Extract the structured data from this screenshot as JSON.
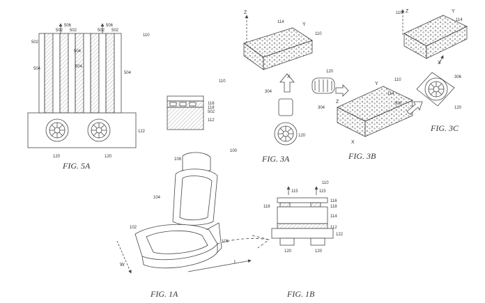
{
  "figures": {
    "fig5a": {
      "caption": "FIG. 5A",
      "refs": {
        "r110": "110",
        "r506a": "506",
        "r502a": "502",
        "r502b": "502",
        "r506b": "506",
        "r502c": "502",
        "r502d": "502",
        "r502side": "502",
        "r504a": "504",
        "r504b": "504",
        "r504c": "504",
        "r504d": "504",
        "r122": "122",
        "r120a": "120",
        "r120b": "120"
      }
    },
    "fig1a": {
      "caption": "FIG. 1A",
      "refs": {
        "r100": "100",
        "r108": "108",
        "r104": "104",
        "r102": "102",
        "r106": "106",
        "rW": "W",
        "rL": "L"
      }
    },
    "fig1b": {
      "caption": "FIG. 1B",
      "refs": {
        "r110": "110",
        "r115a": "115",
        "r115b": "115",
        "r116": "116",
        "r118a": "118",
        "r118b": "118",
        "r114": "114",
        "r112": "112",
        "r122": "122",
        "r120a": "120",
        "r120b": "120"
      }
    },
    "fig_detail": {
      "refs": {
        "r110": "110",
        "r116": "116",
        "r118": "118",
        "r502": "502",
        "r112": "112"
      }
    },
    "fig3a": {
      "caption": "FIG. 3A",
      "refs": {
        "rZ": "Z",
        "rY": "Y",
        "rX": "X",
        "r114": "114",
        "r110": "110",
        "r304": "304",
        "r120": "120"
      }
    },
    "fig3b": {
      "caption": "FIG. 3B",
      "refs": {
        "r120": "120",
        "r110": "110",
        "rY": "Y",
        "r114": "114",
        "r304": "304",
        "rZ": "Z",
        "rX": "X"
      }
    },
    "fig3c": {
      "caption": "FIG. 3C",
      "refs": {
        "r110": "110",
        "rZ": "Z",
        "rY": "Y",
        "r114": "114",
        "rX": "X",
        "r306a": "306",
        "r306b": "306",
        "r120": "120"
      }
    }
  },
  "icons": {
    "blower": "blower-fan-icon",
    "arrow": "airflow-arrow-icon"
  }
}
